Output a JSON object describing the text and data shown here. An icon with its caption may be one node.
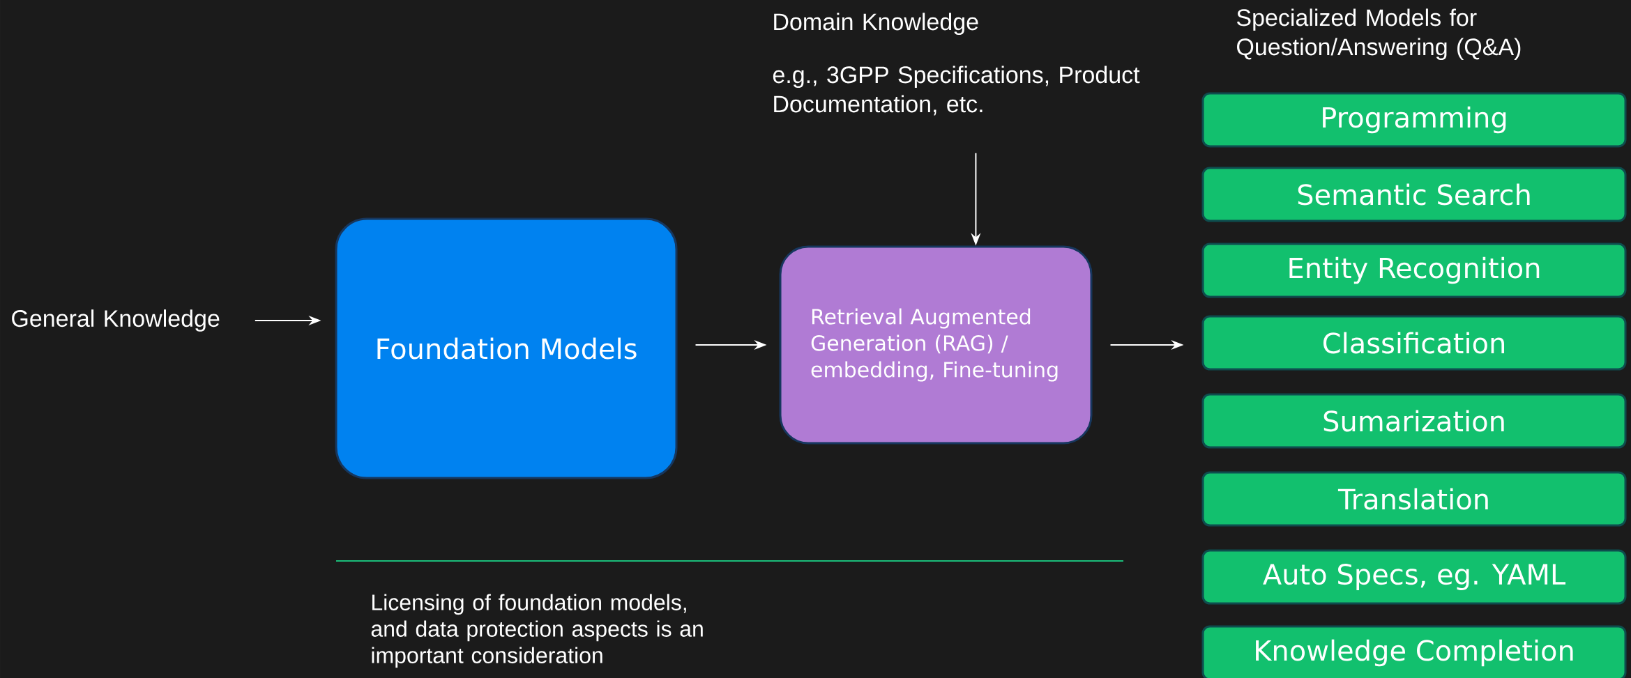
{
  "diagram": {
    "nodes": [
      {
        "text": [
          "General Knowledge"
        ]
      },
      {
        "text": [
          "Foundation Models"
        ]
      },
      {
        "text": [
          "Domain Knowledge",
          "e.g., 3GPP Specifications, Product Documentation, etc."
        ]
      },
      {
        "text": [
          "Retrieval Augmented Generation (RAG) / embedding, Fine-tuning"
        ]
      },
      {
        "text": [
          "Programming"
        ]
      },
      {
        "text": [
          "Semantic Search"
        ]
      },
      {
        "text": [
          "Entity Recognition"
        ]
      },
      {
        "text": [
          "Classification"
        ]
      },
      {
        "text": [
          "Sumarization"
        ]
      },
      {
        "text": [
          "Translation"
        ]
      },
      {
        "text": [
          "Auto Specs, eg. YAML"
        ]
      },
      {
        "text": [
          "Knowledge Completion"
        ]
      }
    ],
    "edges": [
      {
        "from": 0,
        "to": 1,
        "arrow": "to"
      },
      {
        "from": 1,
        "to": 3,
        "arrow": "to"
      },
      {
        "from": 2,
        "to": 3,
        "arrow": "to"
      },
      {
        "from": 3,
        "to": 7,
        "arrow": "to"
      }
    ],
    "labels": [
      "Specialized Models for Question/Answering (Q&A)",
      "Licensing of foundation models, and data protection aspects is an important consideration"
    ]
  }
}
